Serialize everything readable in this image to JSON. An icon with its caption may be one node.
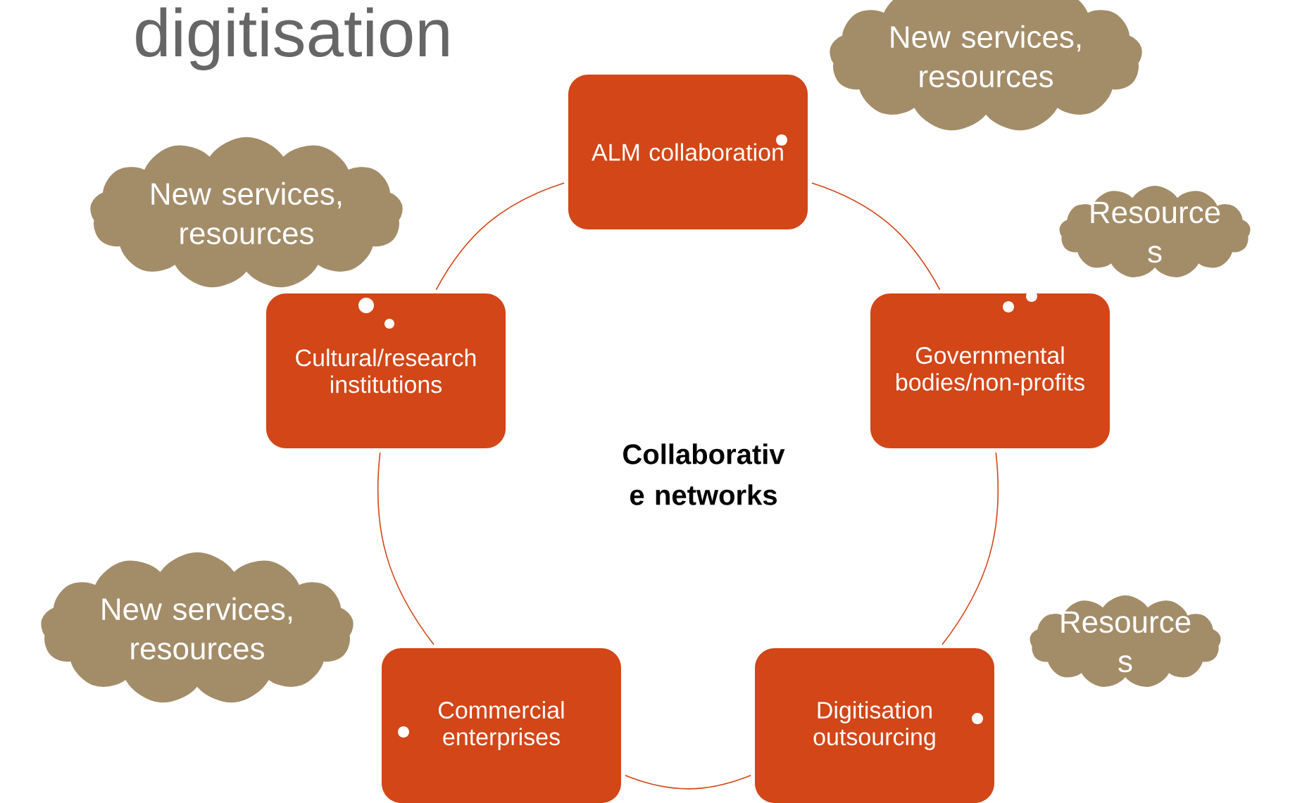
{
  "diagram": {
    "title": "digitisation",
    "nodes": [
      {
        "text": [
          "ALM collaboration"
        ]
      },
      {
        "text": [
          "New services, resources"
        ]
      },
      {
        "text": [
          "New services, resources"
        ]
      },
      {
        "text": [
          "Resource s"
        ]
      },
      {
        "text": [
          "Cultural/research institutions"
        ]
      },
      {
        "text": [
          "Governmental bodies/non-profits"
        ]
      },
      {
        "text": [
          "New services, resources"
        ]
      },
      {
        "text": [
          "Resource s"
        ]
      },
      {
        "text": [
          "Commercial enterprises"
        ]
      },
      {
        "text": [
          "Digitisation outsourcing"
        ]
      }
    ],
    "edges": [
      {
        "from": 0,
        "to": 5,
        "arrow": "none"
      },
      {
        "from": 5,
        "to": 9,
        "arrow": "none"
      },
      {
        "from": 9,
        "to": 8,
        "arrow": "none"
      },
      {
        "from": 8,
        "to": 4,
        "arrow": "none"
      },
      {
        "from": 4,
        "to": 0,
        "arrow": "none"
      }
    ],
    "labels": [
      "Collaborativ e networks"
    ]
  }
}
